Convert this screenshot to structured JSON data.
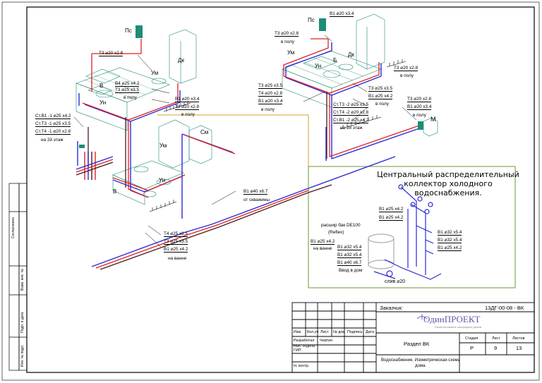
{
  "collector": {
    "title_line1": "Центральный распределительный",
    "title_line2": "коллектор холодного",
    "title_line3": "водоснабжения.",
    "labels": {
      "b1_25_42_a": "В1 ⌀25 х4.2",
      "b1_25_42_b": "В1 ⌀25 х4.2",
      "tank_1": "расшир бак DE100",
      "tank_2": "(Reflex)",
      "b1_25_42_c": "В1 ⌀25 х4.2",
      "v_vanne": "на ванне",
      "b1_32_54_a": "В1 ⌀32 х5.4",
      "b1_32_54_b": "В1 ⌀32 х5.4",
      "b1_40_67": "В1 ⌀40 х6.7",
      "vvod": "Ввод в дом",
      "sliv": "слив ⌀20",
      "r_b1_32_a": "В1 ⌀32 х5.4",
      "r_b1_32_b": "В1 ⌀32 х5.4",
      "r_b1_25": "В1 ⌀25 х4.2"
    }
  },
  "pipe_labels": {
    "ps_left": "Пс",
    "t3_28_left": "Т3 ⌀20 х2.8",
    "b4_25": "В4 ⌀25 х4.2",
    "t3_35_left": "Т3 ⌀25 х3.5",
    "v_polu_left": "в полу",
    "b1_34_left": "В1 ⌀20 х3.4",
    "t3_28_left2": "Т3 ⌀20 х2.8",
    "v_polu_left2": "в полу",
    "dk_left": "Дк",
    "um_left": "Ум",
    "v_left": "В",
    "un_left": "Ун",
    "st_b1": "Ст.В1 -1 ⌀25 х4.2",
    "st_t3": "Ст.Т3 -1 ⌀25 х3.5",
    "st_t4": "Ст.Т4 -1 ⌀20 х2.8",
    "na2_left": "на 2й этаж",
    "sm": "См",
    "um_mid": "Ум",
    "un_mid": "Ун",
    "v_mid": "В",
    "b1_40_skv": "В1 ⌀40 х6.7",
    "ot_skv": "от скважины",
    "t4_35": "Т4 ⌀25 х3.5",
    "t3_35_bot": "Т3 ⌀25 х3.5",
    "b1_42_bot": "В1 ⌀25 х4.2",
    "na_vanne_bot": "на ванне",
    "b1_34_top": "В1 ⌀20 х3.4",
    "t3_28_top": "Т3 ⌀20 х2.8",
    "v_polu_top": "в полу",
    "ps_right": "Пс",
    "um_right": "Ум",
    "un_right": "Ун",
    "b_right": "Б",
    "dk_right": "Дк",
    "t3_28_r1": "Т3 ⌀20 х2.8",
    "v_polu_r1": "в полу",
    "t3_35_r": "Т3 ⌀25 х3.5",
    "t4_28_r": "Т4 ⌀20 х2.8",
    "b1_34_r": "В1 ⌀20 х3.4",
    "v_polu_r2": "в полу",
    "t3_35_r2": "Т3 ⌀25 х3.5",
    "b1_42_r2": "В1 ⌀25 х4.2",
    "v_polu_r3": "в полу",
    "st_t3_2": "Ст.Т3 -2 ⌀25 х3.5",
    "st_t4_2": "Ст.Т4 -2 ⌀20 х2.8",
    "st_b1_2": "Ст.В1 -2 ⌀25 х4.2",
    "na2_right": "на 2й этаж",
    "t3_28_m": "Т3 ⌀20 х2.8",
    "b1_34_m": "В1 ⌀20 х3.4",
    "v_polu_m": "в полу",
    "m_label": "М"
  },
  "side_stamps": {
    "soglasovano": "Согласовано",
    "vzam": "Взам. инв. №",
    "podp": "Подп. и дата",
    "inv": "Инв. № подл."
  },
  "title_block": {
    "zakazchik": "Заказчик:",
    "code": "13ДГ-00-08 - ВК",
    "logo_word1": "Один",
    "logo_word2": "ПРОЕКТ",
    "logo_tagline": "Проектирование загородных домов",
    "izm": "Изм.",
    "koluch": "Кол.уч",
    "list_h": "Лист",
    "ndok": "№ док.",
    "podpis": "Подпись",
    "data": "Дата",
    "razrabotal": "Разработал",
    "chertil": "Чертил",
    "nach_otdela": "Нач. отдела",
    "gip": "ГИП",
    "n_kontr": "Н. контр.",
    "section": "Раздел ВК",
    "stadiya_h": "Стадия",
    "list_h2": "Лист",
    "listov_h": "Листов",
    "stadiya": "Р",
    "list": "9",
    "listov": "13",
    "sheet_title_1": "Водоснабжение. Изометрическая схема",
    "sheet_title_2": "дома."
  },
  "colors": {
    "cold": "#2a2ad8",
    "hot": "#e02020",
    "return": "#b01818",
    "dark": "#3a1a1a",
    "fixture": "#1e8c78",
    "frame_orange": "#d9a030",
    "frame_green": "#6a9a30"
  }
}
